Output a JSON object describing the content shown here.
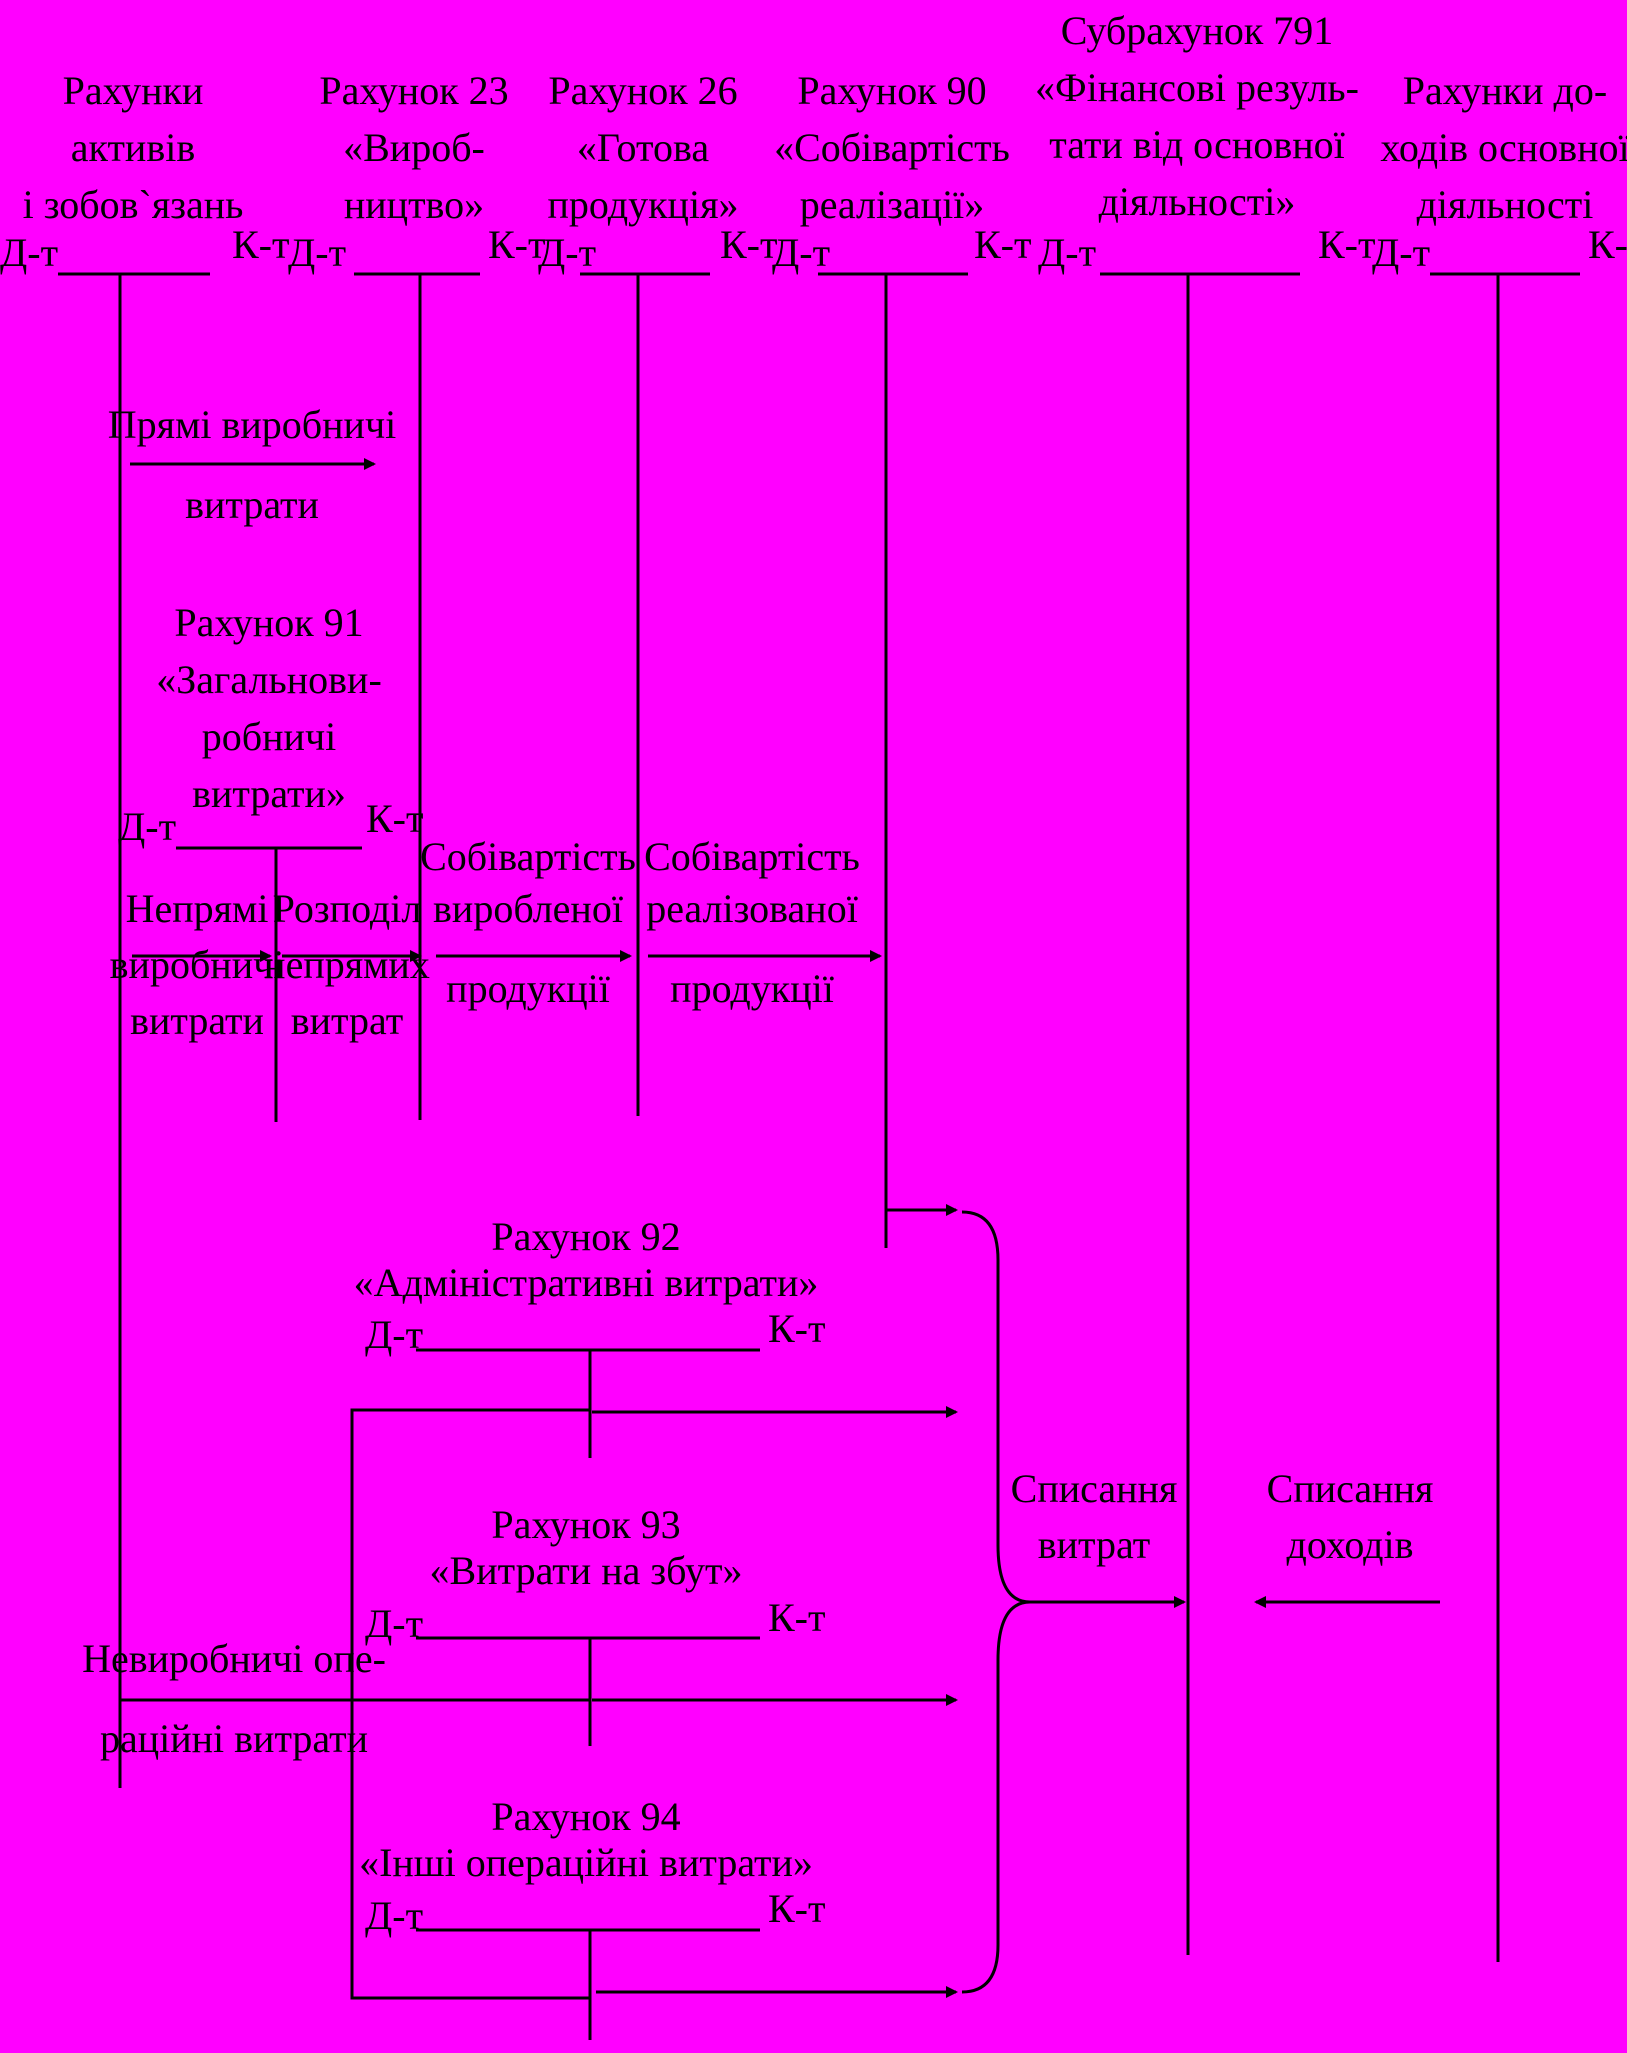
{
  "accounts": {
    "assets": {
      "title": [
        "Рахунки",
        "активів",
        "і зобов`язань"
      ],
      "debit": "Д-т",
      "credit": "К-т"
    },
    "a23": {
      "title": [
        "Рахунок 23",
        "«Вироб-",
        "ництво»"
      ],
      "debit": "Д-т",
      "credit": "К-т"
    },
    "a26": {
      "title": [
        "Рахунок 26",
        "«Готова",
        "продукція»"
      ],
      "debit": "Д-т",
      "credit": "К-т"
    },
    "a90": {
      "title": [
        "Рахунок 90",
        "«Собівартість",
        "реалізації»"
      ],
      "debit": "Д-т",
      "credit": "К-т"
    },
    "a791": {
      "title": [
        "Субрахунок 791",
        "«Фінансові резуль-",
        "тати від основної",
        "діяльності»"
      ],
      "debit": "Д-т",
      "credit": "К-т"
    },
    "income": {
      "title": [
        "Рахунки до-",
        "ходів основної",
        "діяльності"
      ],
      "debit": "Д-т",
      "credit": "К-т"
    },
    "a91": {
      "title": [
        "Рахунок 91",
        "«Загальнови-",
        "робничі",
        "витрати»"
      ],
      "debit": "Д-т",
      "credit": "К-т"
    },
    "a92": {
      "title": [
        "Рахунок 92",
        "«Адміністративні витрати»"
      ],
      "debit": "Д-т",
      "credit": "К-т"
    },
    "a93": {
      "title": [
        "Рахунок 93",
        "«Витрати на збут»"
      ],
      "debit": "Д-т",
      "credit": "К-т"
    },
    "a94": {
      "title": [
        "Рахунок 94",
        "«Інші операційні витрати»"
      ],
      "debit": "Д-т",
      "credit": "К-т"
    }
  },
  "flows": {
    "direct_costs": [
      "Прямі виробничі",
      "витрати"
    ],
    "indirect_costs": [
      "Непрямі",
      "виробничі",
      "витрати"
    ],
    "allocation": [
      "Розподіл",
      "непрямих",
      "витрат"
    ],
    "cost_produced": [
      "Собівартість",
      "виробленої",
      "продукції"
    ],
    "cost_sold": [
      "Собівартість",
      "реалізованої",
      "продукції"
    ],
    "nonproduction": [
      "Невиробничі опе-",
      "раційні витрати"
    ],
    "write_off_expenses": [
      "Списання",
      "витрат"
    ],
    "write_off_income": [
      "Списання",
      "доходів"
    ]
  }
}
